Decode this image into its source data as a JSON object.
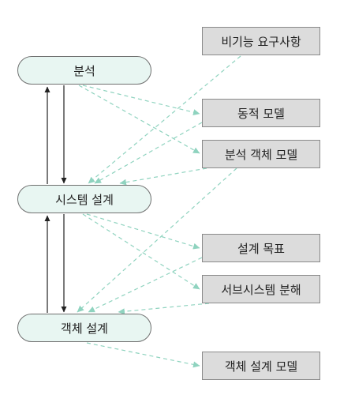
{
  "activities": {
    "analysis": "분석",
    "system_design": "시스템 설계",
    "object_design": "객체 설계"
  },
  "artifacts": {
    "nonfunctional_requirements": "비기능 요구사항",
    "dynamic_model": "동적 모델",
    "analysis_object_model": "분석 객체 모델",
    "design_goals": "설계 목표",
    "subsystem_decomposition": "서브시스템 분해",
    "object_design_model": "객체 설계 모델"
  },
  "colors": {
    "activity_fill": "#e8f6f2",
    "artifact_fill": "#dcdcdc",
    "dependency_line": "#8fd3bf",
    "flow_line": "#222222"
  }
}
